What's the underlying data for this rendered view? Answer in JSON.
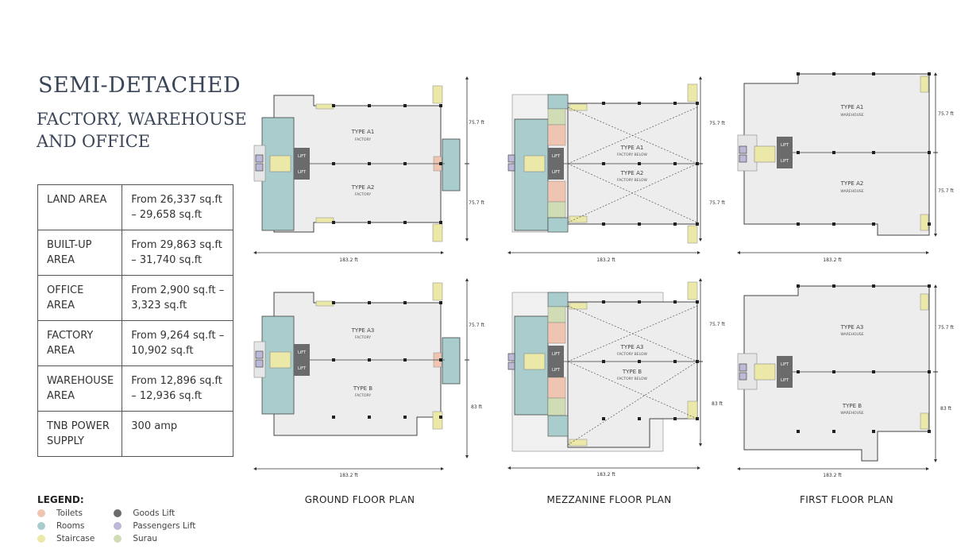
{
  "header": {
    "title": "SEMI-DETACHED",
    "subtitle_line1": "FACTORY, WAREHOUSE",
    "subtitle_line2": "AND OFFICE"
  },
  "specs": [
    {
      "label": "LAND AREA",
      "value": "From 26,337 sq.ft – 29,658 sq.ft"
    },
    {
      "label": "BUILT-UP AREA",
      "value": "From 29,863 sq.ft – 31,740 sq.ft"
    },
    {
      "label": "OFFICE AREA",
      "value": "From 2,900 sq.ft – 3,323 sq.ft"
    },
    {
      "label": "FACTORY AREA",
      "value": "From 9,264 sq.ft – 10,902 sq.ft"
    },
    {
      "label": "WAREHOUSE AREA",
      "value": "From 12,896 sq.ft – 12,936 sq.ft"
    },
    {
      "label": "TNB POWER SUPPLY",
      "value": "300 amp"
    }
  ],
  "legend": {
    "title": "LEGEND:",
    "items": [
      {
        "label": "Toilets",
        "color": "#efc4b0"
      },
      {
        "label": "Rooms",
        "color": "#a9cccc"
      },
      {
        "label": "Staircase",
        "color": "#ece9a8"
      },
      {
        "label": "Goods Lift",
        "color": "#6b6b6b"
      },
      {
        "label": "Passengers Lift",
        "color": "#bdb8d6"
      },
      {
        "label": "Surau",
        "color": "#cfdcb4"
      }
    ]
  },
  "plans": {
    "lift_label": "LIFT",
    "ground": {
      "title": "GROUND FLOOR PLAN",
      "top": {
        "unit1": "TYPE A1",
        "use1": "FACTORY",
        "unit2": "TYPE A2",
        "use2": "FACTORY",
        "dim1": "75.7 ft",
        "dim2": "75.7 ft",
        "width": "183.2 ft"
      },
      "bottom": {
        "unit1": "TYPE A3",
        "use1": "FACTORY",
        "unit2": "TYPE B",
        "use2": "FACTORY",
        "dim1": "75.7 ft",
        "dim2": "83 ft",
        "width": "183.2 ft"
      }
    },
    "mezzanine": {
      "title": "MEZZANINE FLOOR PLAN",
      "top": {
        "unit1": "TYPE A1",
        "use1": "FACTORY BELOW",
        "unit2": "TYPE A2",
        "use2": "FACTORY BELOW",
        "dim1": "75.7 ft",
        "dim2": "75.7 ft",
        "width": "183.2 ft"
      },
      "bottom": {
        "unit1": "TYPE A3",
        "use1": "FACTORY BELOW",
        "unit2": "TYPE B",
        "use2": "FACTORY BELOW",
        "dim1": "75.7 ft",
        "dim2": "83 ft",
        "width": "183.2 ft"
      }
    },
    "first": {
      "title": "FIRST FLOOR PLAN",
      "top": {
        "unit1": "TYPE A1",
        "use1": "WAREHOUSE",
        "unit2": "TYPE A2",
        "use2": "WAREHOUSE",
        "dim1": "75.7 ft",
        "dim2": "75.7 ft",
        "width": "183.2 ft"
      },
      "bottom": {
        "unit1": "TYPE A3",
        "use1": "WAREHOUSE",
        "unit2": "TYPE B",
        "use2": "WAREHOUSE",
        "dim1": "75.7 ft",
        "dim2": "83 ft",
        "width": "183.2 ft"
      }
    }
  }
}
